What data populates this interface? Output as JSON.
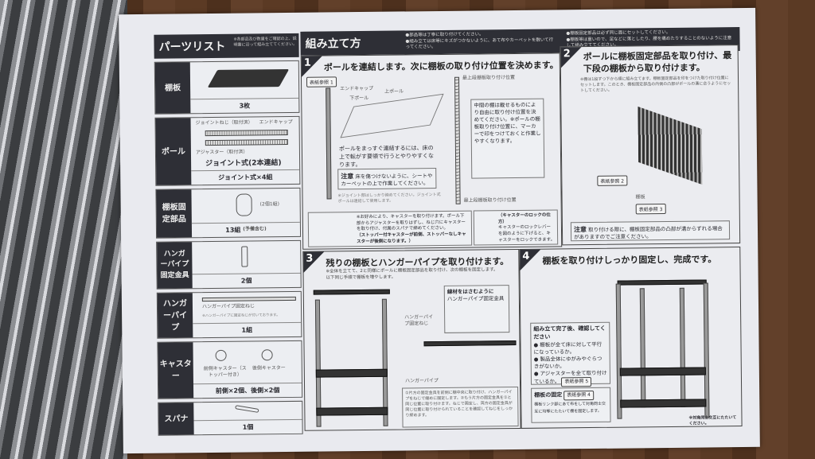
{
  "parts_list": {
    "title": "パーツリスト",
    "note": "※各部品及び数量をご確認の上、説明書に沿って組み立ててください。",
    "items": [
      {
        "label": "棚板",
        "caption": "3枚"
      },
      {
        "label": "ポール",
        "labels": [
          "ジョイントねじ（取付済）",
          "エンドキャップ",
          "アジャスター（取付済）"
        ],
        "type": "ジョイント式(2本連結)",
        "caption": "ジョイント式×4組"
      },
      {
        "label": "棚板固定部品",
        "sub": "(2個1組)",
        "caption": "13組",
        "caption_sub": "(予備含む)"
      },
      {
        "label": "ハンガーパイプ固定金具",
        "caption": "2個"
      },
      {
        "label": "ハンガーパイプ",
        "sub": "ハンガーパイプ固定ねじ",
        "sub2": "※ハンガーパイプに固定ねじが付いております。",
        "caption": "1組"
      },
      {
        "label": "キャスター",
        "front": "前側キャスター（ストッパー付き）",
        "rear": "後側キャスター",
        "caption": "前側×2個、後側×2個"
      },
      {
        "label": "スパナ",
        "caption": "1個"
      }
    ]
  },
  "assembly": {
    "title": "組み立て方",
    "notes": [
      "●部品等は丁寧に取り付けてください。",
      "●組み立ては床等にキズがつかないように、あて布やカーペットを敷いて行ってください。"
    ],
    "notes_right": [
      "●棚板固定部品は必ず同じ面にセットしてください。",
      "●棚板等は重いので、足などに落としたり、腰を痛めたりすることのないように注意して組み立ててください。"
    ]
  },
  "step1": {
    "num": "1",
    "title": "ポールを連結します。次に棚板の取り付け位置を決めます。",
    "ref": "表紙参照 1",
    "labels": {
      "end_cap": "エンドキャップ",
      "lower_pole": "下ポール",
      "upper_pole": "上ポール",
      "top": "最上段棚板取り付け位置",
      "bottom": "最上段棚板取り付け位置"
    },
    "text": "ポールをまっすぐ連結するには、床の上で転がす要領で行うとやりやすくなります。",
    "caution_label": "注意",
    "caution": "床を傷つけないように、シートやカーペットの上で作業してください。",
    "joint_note": "※ジョイント部はしっかり締めてください。ジョイント式ポールは連結して使用します。",
    "middle_note": "中間の棚は載せるものにより自由に取り付け位置を決めてください。※ポールの棚板取り付け位置に、マーカーで印をつけておくと作業しやすくなります。",
    "caster_note": "※お好みにより、キャスターを取り付けます。ポール下部からアジャスターを取りはずし、ねじ穴にキャスターを取り付け、付属のスパナで締めてください。",
    "caster_note2": "（ストッパー付キャスターが前側、ストッパーなしキャスターが後側になります。）",
    "lock_title": "（キャスターのロックの仕方）",
    "lock_text": "キャスターのロックレバーを図のように下げると、キャスターをロックできます。"
  },
  "step2": {
    "num": "2",
    "title": "ポールに棚板固定部品を取り付け、最下段の棚板から取り付けます。",
    "text": "※棚は1段ずつ下から順に組み立てます。棚板固定部品を印をつけた取り付け位置にセットします。このとき、棚板固定部品の内側の凸部がポールの溝に合うようにセットしてください。",
    "ref_a": "表紙参照 2",
    "shelf": "棚板",
    "ref_b": "表紙参照 3",
    "caution_label": "注意",
    "caution": "取り付ける際に、棚板固定部品の凸部が溝からずれる場合がありますのでご注意ください。"
  },
  "step3": {
    "num": "3",
    "title": "残りの棚板とハンガーパイプを取り付けます。",
    "text": "※全体を立てて、2と同様にポールに棚板固定部品を取り付け、次の棚板を固定します。以下同じ手順で棚板を増やします。",
    "inset_title": "線材をはさむように",
    "inset_label": "ハンガーパイプ固定金具",
    "screw_label": "ハンガーパイプ固定ねじ",
    "pipe_label": "ハンガーパイプ",
    "note": "①片方の固定金具を前側に棚中央に取り付け、ハンガーパイプをねじで緩めに固定します。②もう片方の固定金具を①と同じ位置に取り付けます。ねじで固定し、両方の固定金具が同じ位置に取り付けられていることを確認してねじをしっかり締めます。"
  },
  "step4": {
    "num": "4",
    "title": "棚板を取り付けしっかり固定し、完成です。",
    "check_title": "組み立て完了後、確認してください",
    "checks": [
      "棚板が全て床に対して平行になっているか。",
      "製品全体にゆがみやぐらつきがないか。",
      "アジャスターを全て取り付けているか。"
    ],
    "ref_a": "表紙参照 5",
    "fix_title": "棚板の固定",
    "ref_b": "表紙参照 4",
    "fix_text": "棚板リンク部にあて布をして対角同士交互に均等にたたいて棚を固定します。",
    "foot": "※対角同士交互にたたいてください。"
  }
}
